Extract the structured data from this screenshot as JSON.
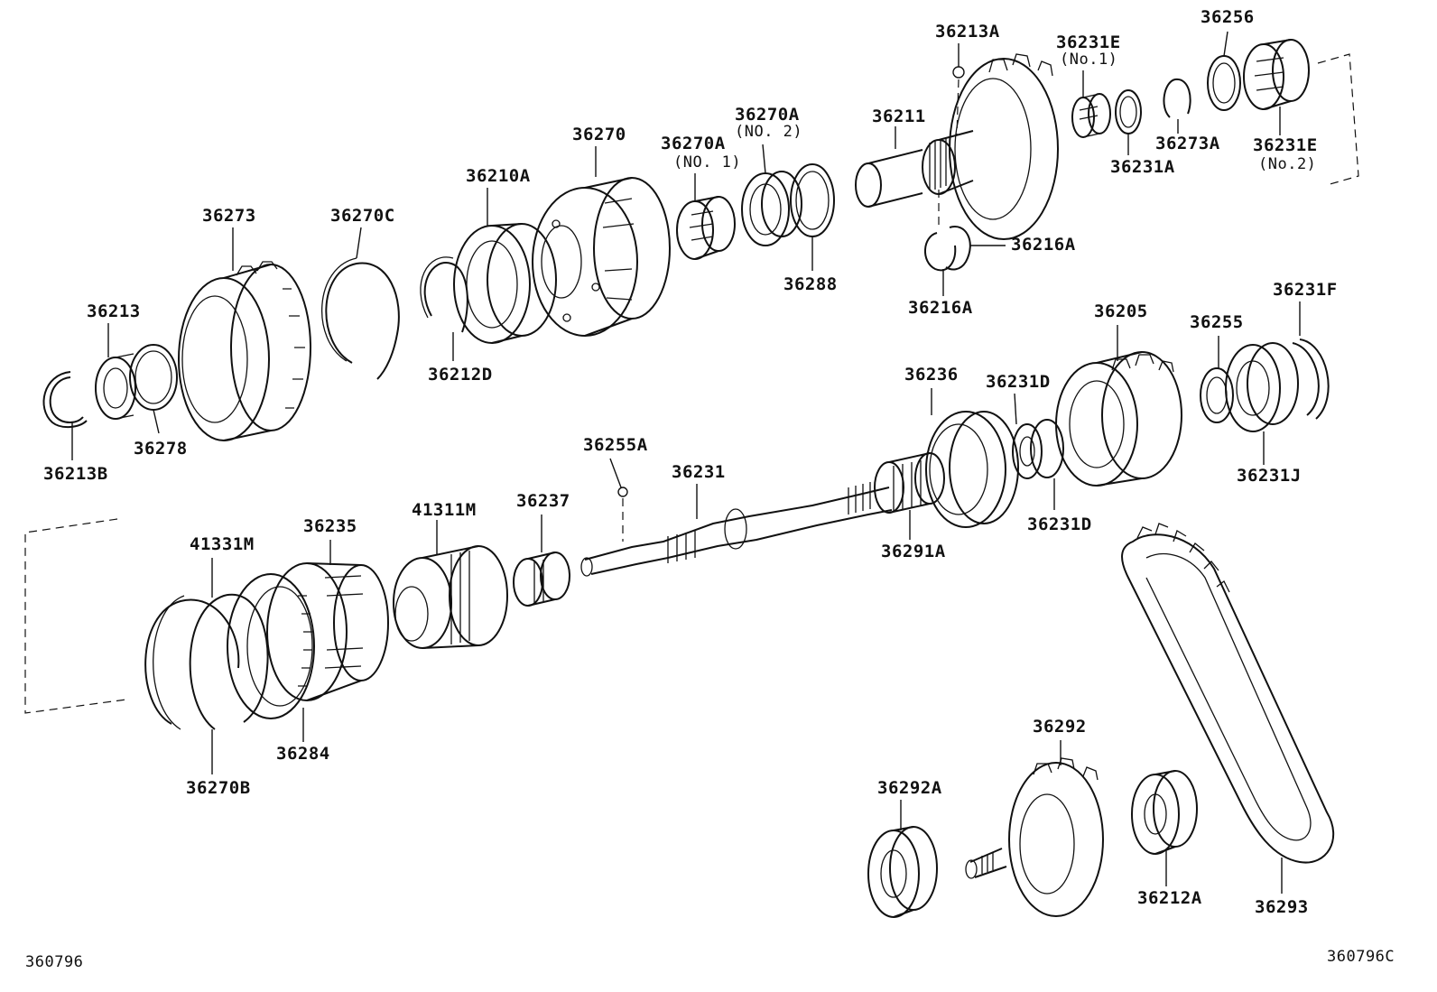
{
  "diagram_code_left": "360796",
  "diagram_code_right": "360796C",
  "labels": {
    "l36213A": "36213A",
    "l36231E_1": "36231E",
    "l36231E_1_sub": "(No.1)",
    "l36256": "36256",
    "l36211": "36211",
    "l36270": "36270",
    "l36270A_2": "36270A",
    "l36270A_2_sub": "(NO. 2)",
    "l36270A_1": "36270A",
    "l36270A_1_sub": "(NO. 1)",
    "l36273A": "36273A",
    "l36231A": "36231A",
    "l36231E_2": "36231E",
    "l36231E_2_sub": "(No.2)",
    "l36210A": "36210A",
    "l36273": "36273",
    "l36270C": "36270C",
    "l36216A_a": "36216A",
    "l36216A_b": "36216A",
    "l36288": "36288",
    "l36213": "36213",
    "l36212D": "36212D",
    "l36205": "36205",
    "l36255": "36255",
    "l36231F": "36231F",
    "l36236": "36236",
    "l36231D_a": "36231D",
    "l36278": "36278",
    "l36213B": "36213B",
    "l36255A": "36255A",
    "l36231": "36231",
    "l36231J": "36231J",
    "l36291A": "36291A",
    "l36231D_b": "36231D",
    "l41311M": "41311M",
    "l36237": "36237",
    "l36235": "36235",
    "l41331M": "41331M",
    "l36284": "36284",
    "l36270B": "36270B",
    "l36292": "36292",
    "l36292A": "36292A",
    "l36212A": "36212A",
    "l36293": "36293"
  }
}
